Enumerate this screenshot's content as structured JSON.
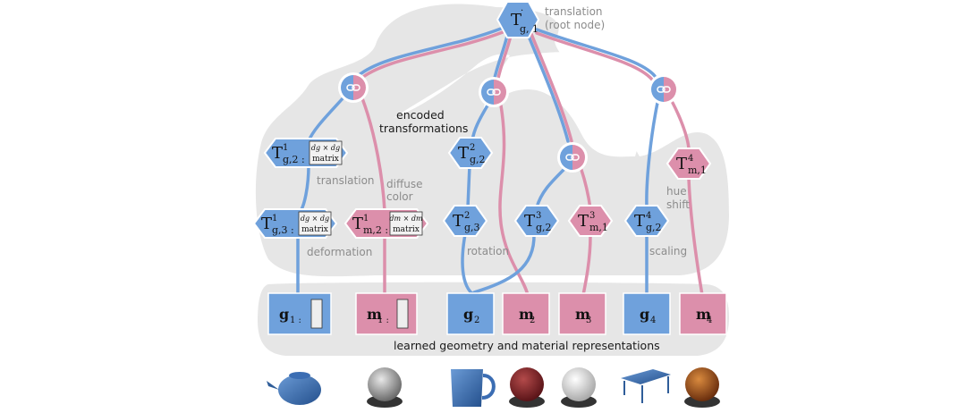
{
  "colors": {
    "geometry": "#6fa1dc",
    "material": "#dc8fab",
    "region": "#e6e6e6",
    "label_gray": "#8c8c8c"
  },
  "root": {
    "symbol": "T",
    "superscript": "·",
    "subscript": "g, 1",
    "label_line1": "translation",
    "label_line2": "(root node)"
  },
  "encoder_icon": "link-chain-icon",
  "annotations": {
    "encoded_line1": "encoded",
    "encoded_line2": "transformations",
    "translation": "translation",
    "diffuse_line1": "diffuse",
    "diffuse_line2": "color",
    "deformation": "deformation",
    "rotation": "rotation",
    "hue_line1": "hue",
    "hue_line2": "shift",
    "scaling": "scaling",
    "learned": "learned geometry and material representations"
  },
  "transform_nodes": [
    {
      "id": "tg12",
      "type": "geometry",
      "symbol": "T",
      "sup": "1",
      "sub": "g,2",
      "matrix_top": "dg × dg",
      "matrix_bottom": "matrix"
    },
    {
      "id": "tg13",
      "type": "geometry",
      "symbol": "T",
      "sup": "1",
      "sub": "g,3",
      "matrix_top": "dg × dg",
      "matrix_bottom": "matrix"
    },
    {
      "id": "tm12",
      "type": "material",
      "symbol": "T",
      "sup": "1",
      "sub": "m,2",
      "matrix_top": "dm × dm",
      "matrix_bottom": "matrix"
    },
    {
      "id": "tg22",
      "type": "geometry",
      "symbol": "T",
      "sup": "2",
      "sub": "g,2"
    },
    {
      "id": "tg23",
      "type": "geometry",
      "symbol": "T",
      "sup": "2",
      "sub": "g,3"
    },
    {
      "id": "tg32",
      "type": "geometry",
      "symbol": "T",
      "sup": "3",
      "sub": "g,2"
    },
    {
      "id": "tm31",
      "type": "material",
      "symbol": "T",
      "sup": "3",
      "sub": "m,1"
    },
    {
      "id": "tg42",
      "type": "geometry",
      "symbol": "T",
      "sup": "4",
      "sub": "g,2"
    },
    {
      "id": "tm41",
      "type": "material",
      "symbol": "T",
      "sup": "4",
      "sub": "m,1"
    }
  ],
  "representations": [
    {
      "id": "g1",
      "type": "geometry",
      "symbol": "g",
      "sub": "1",
      "has_vector": true
    },
    {
      "id": "m1",
      "type": "material",
      "symbol": "m",
      "sub": "1",
      "has_vector": true
    },
    {
      "id": "g2",
      "type": "geometry",
      "symbol": "g",
      "sub": "2",
      "has_vector": false
    },
    {
      "id": "m2",
      "type": "material",
      "symbol": "m",
      "sub": "2",
      "has_vector": false
    },
    {
      "id": "m3",
      "type": "material",
      "symbol": "m",
      "sub": "3",
      "has_vector": false
    },
    {
      "id": "g4",
      "type": "geometry",
      "symbol": "g",
      "sub": "4",
      "has_vector": false
    },
    {
      "id": "m4",
      "type": "material",
      "symbol": "m",
      "sub": "4",
      "has_vector": false
    }
  ],
  "renders": [
    {
      "name": "teapot-render",
      "kind": "wireframe teapot"
    },
    {
      "name": "gray-material-sphere",
      "kind": "gray stone sphere"
    },
    {
      "name": "mug-render",
      "kind": "wireframe mug"
    },
    {
      "name": "red-material-sphere",
      "kind": "red speckled sphere"
    },
    {
      "name": "white-marble-sphere",
      "kind": "white marble sphere"
    },
    {
      "name": "table-render",
      "kind": "blue table"
    },
    {
      "name": "wood-material-sphere",
      "kind": "wood sphere"
    }
  ]
}
